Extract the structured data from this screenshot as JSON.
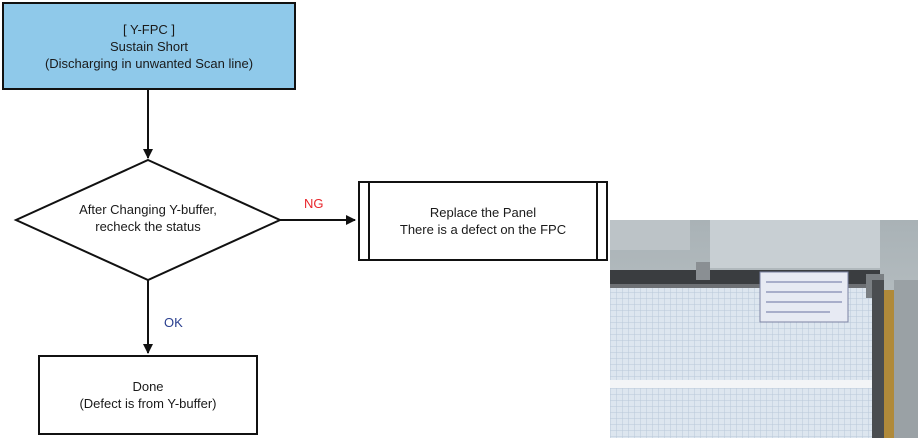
{
  "flowchart": {
    "start": {
      "line1": "[ Y-FPC ]",
      "line2": "Sustain Short",
      "line3": "(Discharging in unwanted Scan line)"
    },
    "decision": {
      "line1": "After Changing Y-buffer,",
      "line2": "recheck the status"
    },
    "ng_label": "NG",
    "ok_label": "OK",
    "ng_action": {
      "line1": "Replace the Panel",
      "line2": "There is a defect on the FPC"
    },
    "ok_action": {
      "line1": "Done",
      "line2": "(Defect is from Y-buffer)"
    }
  },
  "colors": {
    "start_fill": "#8fc9ea",
    "ng_color": "#e8262b",
    "ok_color": "#2a3f8f"
  },
  "photo": {
    "subject": "panel-fpc-photo"
  }
}
